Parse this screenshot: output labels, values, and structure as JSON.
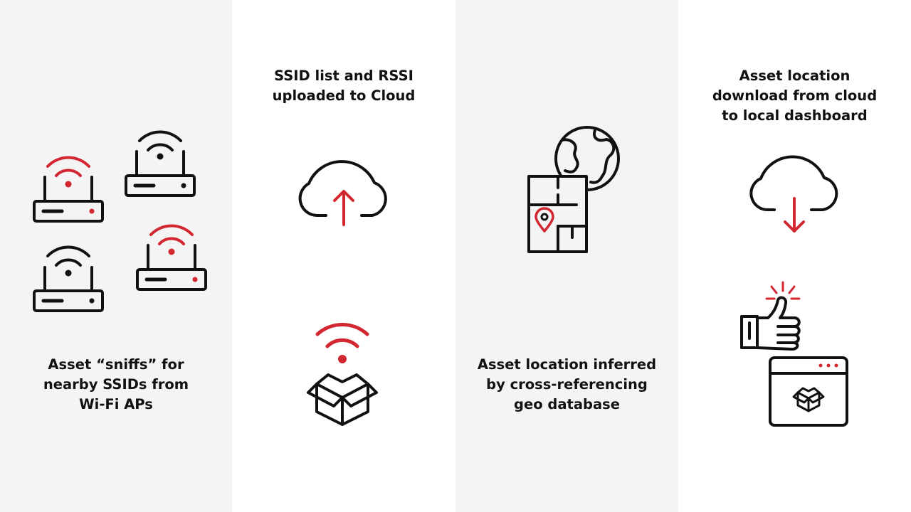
{
  "colors": {
    "light_panel": "#f4f4f4",
    "white_panel": "#ffffff",
    "accent_red": "#d22630",
    "ink": "#111111"
  },
  "steps": [
    {
      "caption": "Asset “sniffs” for\nnearby SSIDs from\nWi-Fi APs",
      "icon": "wifi-routers-icon"
    },
    {
      "caption": "SSID list and RSSI\nuploaded to Cloud",
      "icon": "cloud-upload-icon",
      "icon2": "wifi-package-icon"
    },
    {
      "caption": "Asset location inferred\nby cross-referencing\ngeo database",
      "icon": "globe-map-pin-icon"
    },
    {
      "caption": "Asset location\ndownload from cloud\nto local dashboard",
      "icon": "cloud-download-icon",
      "icon2": "thumbs-up-dashboard-icon"
    }
  ]
}
